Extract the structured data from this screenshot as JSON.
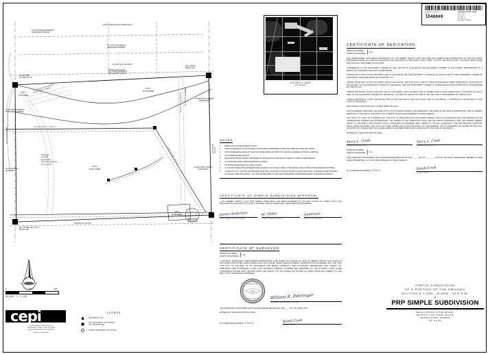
{
  "recording_stamp": {
    "datetime": "6/19/2018  1:04:47 PM",
    "county": "NATRONA COUNTY CLERK",
    "pages": "Pages: 1",
    "doc_number": "1048949",
    "fee_lines": [
      "Book: 1314",
      "Receipt: 17",
      "Fee: $35.00",
      "RE: DEVELOPMENT"
    ]
  },
  "vicinity": {
    "title": "VICINITY MAP",
    "subtitle": "NO SCALE"
  },
  "dedication": {
    "heading": "CERTIFICATE OF DEDICATION",
    "state": "STATE OF WYOMING",
    "county": "COUNTY OF NATRONA",
    "ss": "SS.",
    "paragraphs": [
      "THE UNDERSIGNED, PINE RIDGE PROPERTIES, LLC, DO HEREBY CERTIFY THAT THEY ARE THE OWNERS AND PROPRIETORS OF THE FOLLOWING DESCRIBED PARCEL OF LAND SITUATE WITHIN THE SW1/4SW1/4 OF SECTION 8, T.33N., R.80W., 6TH P.M., NATRONA COUNTY, WYOMING, BEING MORE PARTICULARLY DESCRIBED AS FOLLOWS:",
      "COMMENCING AT THE SOUTHWEST CORNER OF SAID SECTION 8, ALSO BEING THE SOUTHWEST CORNER OF THE PARCEL, MONUMENTED BY A BRASS CAP AND BEING THE POINT OF BEGINNING;",
      "THENCE N00°57'18\"W, ALONG THE WEST LINE OF THE PARCEL AND SAID SECTION 8, A DISTANCE OF 1168.04 FEET TO THE NORTHWEST CORNER OF THE PARCEL, MONUMENTED BY AN ALUMINUM CAP;",
      "THENCE S89°52'43\"E, ALONG THE NORTH LINE OF THE PARCEL, AND THE SOUTH LINE OF 8 MILE HORSE RANCH ACRES SUBDIVISION, A DISTANCE OF 1315.06 FEET TO THE NORTHEAST CORNER OF THE PARCEL, AND THE NORTHWEST CORNER OF HORSE RANCH ACRES SUBDIVISION, MONUMENTED BY A BRASS CAP;",
      "THENCE S00°59'09\"E, ALONG THE EAST LINE OF THE PARCEL, AND THE WEST LINE OF HORSE RANCH ACRES SUBDIVISION, A DISTANCE OF 1163.47 FEET TO THE SOUTHEAST CORNER OF THE PARCEL, LOCATED ON THE SOUTH LINE OF SAID SECTION 8, MONUMENTED BY A BRASS CAP;",
      "THENCE N89°59'03\"W, ALONG THE SOUTH LINE OF SAID SECTION 8, AND THE SOUTH LINE OF THE PARCEL, A DISTANCE OF 1314.68 FEET TO THE POINT OF BEGINNING.",
      "SAID PARCEL CONTAINING 35.27 ACRES, MORE OR LESS.",
      "AND DO HEREBY SUBDIVIDE THE SAME INTO LOTS AS SHOWN HEREON, AND DESIGNATE THE SAME AS PRP SIMPLE SUBDIVISION, AND DO HEREBY DEDICATE TO THE USE OF THE PUBLIC ALL STREETS, ROADS AND EASEMENTS SHOWN HEREON.",
      "THE TRACT OF LAND, AS IT APPEARS ON THIS PLAT, IS DEDICATED WITH THE FREE CONSENT AND IN ACCORDANCE WITH THE DESIRES OF THE UNDERSIGNED OWNERS AND PROPRIETORS. THE OWNER OF THE SUBDIVISION SHALL BE THE SIMPLE SUBDIVISION, AND THE OWNERS HEREBY GRANT TO THE PUBLIC AND PRIVATE UTILITY COMPANIES AN EASEMENT AND LICENSE TO LOCATE, CONSTRUCT, USE AND MAINTAIN CONDUITS, LINES, WIRES AND PIPES, AND OR ALL OF THEM, UNDER AND ALONG THE STRIPS OF LAND MARKED \"UTILITY EASEMENT\" AS SHOWN ON THIS PLAT. NO ENTRY MAY MADE EXCEPT AS SHOWN HEREON HAVE BEEN PREVIOUSLY DEDICATED TO THE USE OF THE PUBLIC.",
      "WITNESS MY HAND AND OFFICIAL SEAL."
    ],
    "owner_name": "PINE RIDGE PROPERTIES, LLC",
    "sig_labels": [
      "RIDGE PROPERTIES, LLC",
      "RIDGE PROPERTIES, LLC"
    ],
    "notary_state": "STATE OF WYOMING",
    "notary_county": "COUNTY OF NATRONA",
    "notary_text": "THE FOREGOING INSTRUMENT WAS ACKNOWLEDGED BEFORE ME THIS _____ DAY OF ________, 2018, BY WILLIAM R. FEHRINGER, MEMBER OF PINE RIDGE PROPERTIES, LLC, FOR AND ON BEHALF OF SAID COMPANY.",
    "commission": "MY COMMISSION EXPIRES:",
    "commission_date": "3-19-22",
    "notary_label": "NOTARY PUBLIC",
    "owner_sig": "Terry L. Cook",
    "owner_sig2": "Terry L. Cook",
    "notary_sig": "Sandi Cook"
  },
  "notes": {
    "heading": "NOTES",
    "items": [
      "ERROR OF CLOSURE EXCEEDS 1:40,000.",
      "BASIS OF BEARINGS IS THE WYOMING STATE PLANE COORDINATE SYSTEM, EAST CENTRAL ZONE, NAD 1983/94.",
      "THE CONVERGENCE ANGLE AT THE POINT OF BEGINNING IS 0°05'53.748\", AND THE COMBINED FACTOR IS 0.99957616.",
      "ALL DISTANCES ARE GROUND.",
      "ELEVATIONS SHOWN HEREON ARE BASED ON NAVD 88 DATUM AND ARE NOT MEANT TO USED AS BENCHMARKS.",
      "NO PROPOSED PUBLIC SEWAGE DISPOSAL SYSTEM.",
      "NO PUBLIC MAINTENANCE OF PUBLIC ROADS.",
      "A 20.00 FOOT IRRIGATION EASEMENTS ARE LOCATED AT 10' ON EACH SIDE OF THE CENTER LINE OF THE EXISTING IRRIGATION DITCHES.",
      "ACCESS TO LOT 1 CAN ONLY BE OBTAINED FROM THE CUL-DE-SAC AT THE SOUTH END OF EIGHT MILE ROAD. IF ACCESS MAY BE OBTAINED PLACE AND USED FOR ACCESS, LOT 1 WILL BE REQUIRED TO JOIN THE HORSE RANCH ACRES IMPROVEMENT AND SERVICE DISTRICT."
    ]
  },
  "approval": {
    "heading": "CERTIFICATE OF SIMPLE SUBDIVISION APPROVAL",
    "text": "I, DO HEREBY CERTIFY THAT THIS SIMPLE SUBDIVISION HAS BEEN EXAMINED BY ME AND FOUND TO COMPLY WITH THE REGULATIONS FOR NATRONA COUNTY, WYOMING, AND IS THEREFORE , APPROVED FOR RECORDING.",
    "sig_labels": [
      "DEVELOPMENT DIRECTOR/DATE",
      "COUNTY SURVEYOR/DATE",
      "HEALTH OFFICER/DATE"
    ],
    "sig_names": [
      "James Anderson",
      "M. Miller",
      "Anderson"
    ],
    "sig_dates": [
      "6-19-18",
      "6-18-18",
      ""
    ]
  },
  "surveyor": {
    "heading": "CERTIFICATE OF SURVEYOR",
    "state": "STATE OF WYOMING",
    "county": "COUNTY OF NATRONA",
    "ss": "SS.",
    "text": "I, WILLIAM R. FEHRINGER, A REGISTERED PROFESSIONAL LAND SURVEYOR, LICENSE NO. 9328, DO HEREBY CERTIFY THAT THIS PLAT WAS MADE FROM NOTES TAKEN DURING AN ACTUAL SURVEY MADE UNDER MY DIRECT SUPERVISION IN NOVEMBER, 2015, AND THAT THIS PLAT, TO THE BEST OF MY KNOWLEDGE AND BELIEF, CORRECTLY AND ACCURATELY REPRESENTS SAID SURVEY. ALL DIMENSIONS ARE EXPRESSED IN FEET AND DECIMALS THEREOF. COURSES ARE REFERRED TO THE WYOMING STATE PLANE COORDINATE SYSTEM, EAST CENTRAL ZONE, NAD 1983/94, CITY OF CASPER GIS SYSTEM. ALL BEING TRUE AND CORRECT TO THE BEST OF MY KNOWLEDGE AND BELIEF.",
    "sig_name": "William R. Fehringer",
    "sig_label": "WILLIAM R. FEHRINGER, P.L.S. 9328",
    "seal_text_top": "WILLIAM R. FEHRINGER",
    "seal_text_bottom": "P.L.S. 9328",
    "notary_text": "THE FOREGOING INSTRUMENT WAS ACKNOWLEDGED BEFORE ME THIS ____ DAY OF JUNE, 2018.",
    "notary_commission": "WITNESS MY HAND AND OFFICIAL SEAL.",
    "commission": "MY COMMISSION EXPIRES:",
    "commission_date": "3-19-22",
    "notary_label": "NOTARY PUBLIC",
    "notary_sig": "Sandi Cook"
  },
  "title_block": {
    "line1": "SIMPLE SUBDIVISION",
    "line2": "OF A PORTION OF THE SW¼SW¼",
    "line3": "SECTION 8 T.33N., R.80W., 6TH P.M.",
    "as": "AS",
    "main": "PRP SIMPLE SUBDIVISION",
    "sub": [
      "BEING A PORTION OF THE SW¼SW¼",
      "SECTION 8, T.33N., R.80W., 6TH P.M.",
      "NATRONA COUNTY WYOMING",
      "NO. J19-164"
    ]
  },
  "logo": {
    "mark": "cepi",
    "lines": [
      "Civil Engineering Professionals, Inc.",
      "4000 Enterprise Drive, Casper, WY 82609",
      "Phone 307.266.4346 Fax 307.266.0203",
      "www.cepi-casper.com"
    ]
  },
  "legend": {
    "title": "LEGEND",
    "items": [
      {
        "symbol": "brass-cap",
        "label": "SET BRASS CAP"
      },
      {
        "symbol": "monument",
        "label": "SET MONUMENT 5/8\" REBAR\n& ALUMINUM CAP"
      },
      {
        "symbol": "found",
        "label": "FOUND MONUMENT AS NOTED"
      }
    ]
  },
  "scale": {
    "ticks": [
      "0",
      "100'",
      "200'"
    ],
    "caption": "SCALE : 1\" = 100'"
  },
  "north": {
    "label": "N"
  },
  "plat": {
    "lots": [
      {
        "name": "LOT 1",
        "area": "16.78 ACRES"
      },
      {
        "name": "LOT 2",
        "area": "4.74 ACRES"
      },
      {
        "name": "LOT 3",
        "area": "13.51 ACRES"
      },
      {
        "name": "LOT 4",
        "area": "0.24 ACRES"
      }
    ],
    "adjacent": [
      "8 MILE HORSE RANCH SUBDIVISION",
      "HORSE RANCH ACRES SUBDIVISION",
      "HORSE RANCH ACRES SUBDIVISION"
    ],
    "roads": [
      "EIGHT MILE ROAD",
      "VICTORY WAY (60' ROW)",
      "SKEETERS TRAIL",
      "PROPOSED ROAD"
    ],
    "easements": [
      "10' TELEPHONE EASEMENT\nINSTRUMENT #819134",
      "30' UTILITY EASEMENT\nINSTRUMENT #898694",
      "20' IRRIGATION EASEMENT\nINSTRUMENT #898694",
      "10' POWER EASEMENT\nINSTRUMENT #819134",
      "30' ACCESS EASEMENT\nINSTRUMENT #898694",
      "40' UTILITY EASEMENT",
      "20' IRRIGATION\nEASEMENT"
    ],
    "bearings": [
      "S89°52'43\"E  1315.06'",
      "N00°57'18\"W  1168.04'",
      "S00°59'09\"E  1163.47'",
      "N89°59'03\"W  1314.68'"
    ],
    "curve": [
      "R=400.00'",
      "L=141.81'",
      "Δ=20°18'30\"",
      "CH. B=N42°02'13\"W",
      "CH. L=141.07'"
    ],
    "corners": [
      "SW CORNER SECTION 8\nBRASS CAP",
      "NW CORNER\nALUMINUM CAP",
      "NE CORNER\nBRASS CAP",
      "SE CORNER\nBRASS CAP"
    ]
  }
}
